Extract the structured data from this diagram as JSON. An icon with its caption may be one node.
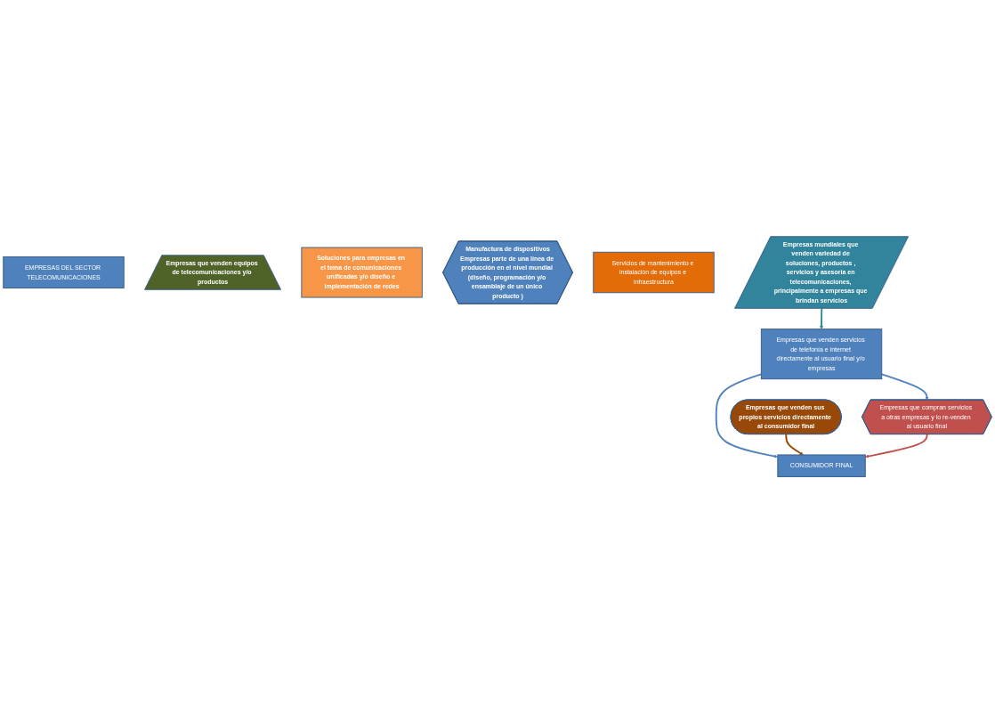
{
  "diagram": {
    "nodes": [
      {
        "text": [
          "EMPRESAS DEL SECTOR TELECOMUNICACIONES"
        ]
      },
      {
        "text": [
          "Empresas que venden equipos de telecomunicaciones y/o productos"
        ]
      },
      {
        "text": [
          "Soluciones para empresas en el tema de comunicaciones unificadas y/o diseño e implementación de redes"
        ]
      },
      {
        "text": [
          "Manufactura de dispositivos",
          "Empresas parte de una línea de producción en el nivel mundial (diseño, programación y/o ensamblaje de un único producto )"
        ]
      },
      {
        "text": [
          "Servicios de mantenimiento e instalación de equipos e infraestructura"
        ]
      },
      {
        "text": [
          "Empresas que venden servicios de telefonía e internet directamente al usuario final y/o empresas"
        ]
      },
      {
        "text": [
          "Empresas mundiales que venden variedad de soluciones, productos , servicios y asesoría en telecomunicaciones, principalmente a empresas que brindan servicios"
        ]
      },
      {
        "text": [
          "Empresas que venden sus propios servicios directamente al consumidor final"
        ]
      },
      {
        "text": [
          "Empresas que compran servicios a otras empresas y lo re-venden al usuario final"
        ]
      },
      {
        "text": [
          "CONSUMIDOR FINAL"
        ]
      }
    ],
    "edges": [
      {
        "from": 5,
        "to": 8,
        "arrow": "to"
      },
      {
        "from": 5,
        "to": 9,
        "arrow": "to"
      },
      {
        "from": 6,
        "to": 5,
        "arrow": "to",
        "color": "#31849b"
      },
      {
        "from": 7,
        "to": 9,
        "arrow": "to",
        "color": "#984807"
      },
      {
        "from": 8,
        "to": 9,
        "arrow": "to",
        "color": "#c0504d"
      }
    ]
  }
}
